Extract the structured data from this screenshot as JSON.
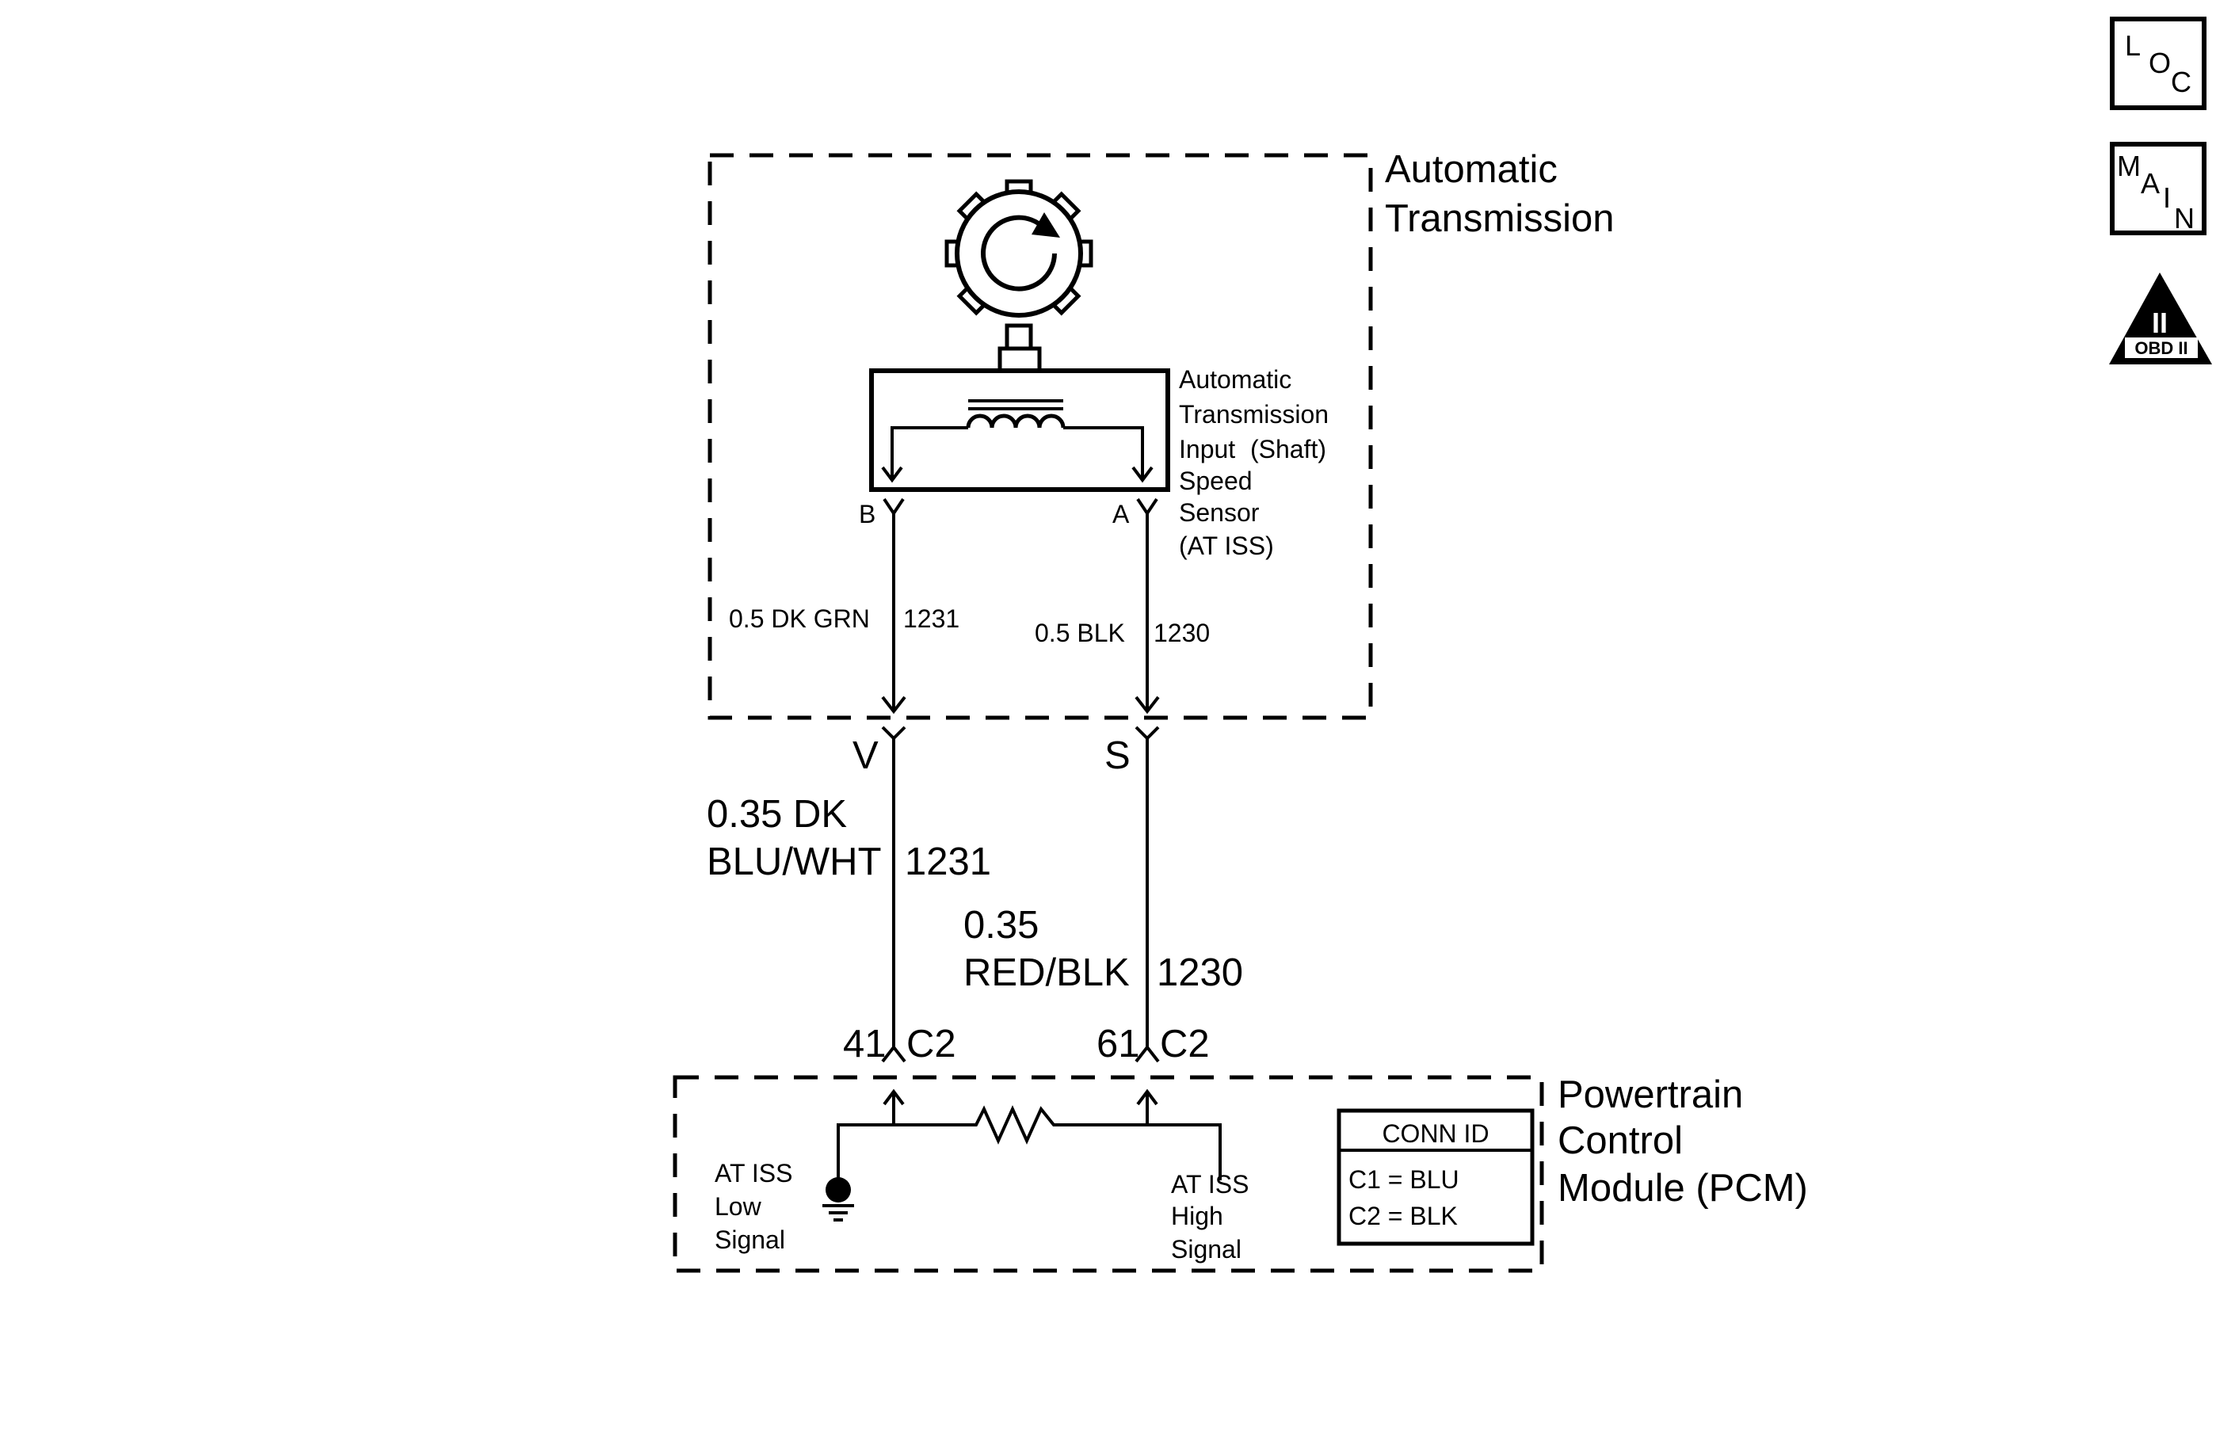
{
  "side_icons": {
    "loc": {
      "c1": "L",
      "c2": "O",
      "c3": "C"
    },
    "main": {
      "c1": "M",
      "c2": "A",
      "c3": "I",
      "c4": "N"
    },
    "obd": {
      "numeral": "II",
      "label": "OBD II"
    }
  },
  "transmission": {
    "title_line1": "Automatic",
    "title_line2": "Transmission",
    "sensor_line1": "Automatic",
    "sensor_line2": "Transmission",
    "sensor_line3": "Input",
    "sensor_line3b": "(Shaft)",
    "sensor_line4": "Speed",
    "sensor_line5": "Sensor",
    "sensor_line6": "(AT ISS)",
    "pin_b": "B",
    "pin_a": "A",
    "wire_left_spec": "0.5 DK GRN",
    "wire_left_circuit": "1231",
    "wire_right_spec": "0.5 BLK",
    "wire_right_circuit": "1230"
  },
  "inline_connector": {
    "pin_left": "V",
    "pin_right": "S"
  },
  "harness": {
    "left_line1": "0.35 DK",
    "left_line2": "BLU/WHT",
    "left_circuit": "1231",
    "right_line1": "0.35",
    "right_line2": "RED/BLK",
    "right_circuit": "1230"
  },
  "pcm": {
    "pin_left": "41",
    "conn_left": "C2",
    "pin_right": "61",
    "conn_right": "C2",
    "title_line1": "Powertrain",
    "title_line2": "Control",
    "title_line3": "Module (PCM)",
    "low_line1": "AT ISS",
    "low_line2": "Low",
    "low_line3": "Signal",
    "high_line1": "AT ISS",
    "high_line2": "High",
    "high_line3": "Signal",
    "conn_id": {
      "header": "CONN ID",
      "row1": "C1 = BLU",
      "row2": "C2 = BLK"
    }
  }
}
